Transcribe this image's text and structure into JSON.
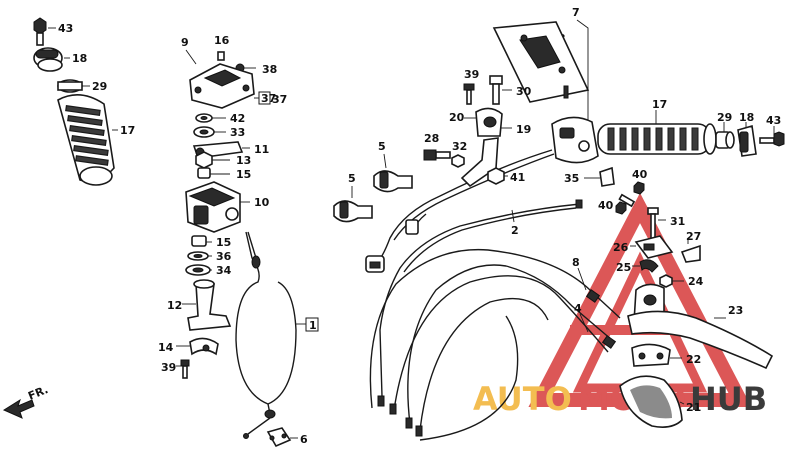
{
  "diagram": {
    "brand_colors": {
      "red": "#d63a3a",
      "yellow": "#f2b233",
      "ink": "#1a1a1a"
    },
    "watermark": {
      "word_a": "AUTO",
      "word_b": "MOTO",
      "word_c": "HUB"
    },
    "direction_arrow": "FR.",
    "labels": {
      "n43a": "43",
      "n18a": "18",
      "n29a": "29",
      "n17a": "17",
      "n9": "9",
      "n16": "16",
      "n38": "38",
      "n37": "37",
      "n42": "42",
      "n33": "33",
      "n11": "11",
      "n13": "13",
      "n15a": "15",
      "n10": "10",
      "n15b": "15",
      "n36": "36",
      "n34": "34",
      "n12": "12",
      "n14": "14",
      "n39a": "39",
      "n1": "1",
      "n6": "6",
      "n7": "7",
      "n3": "3",
      "n39b": "39",
      "n30": "30",
      "n20": "20",
      "n19": "19",
      "n28": "28",
      "n32": "32",
      "n41": "41",
      "n5a": "5",
      "n5b": "5",
      "n2": "2",
      "n17b": "17",
      "n29b": "29",
      "n18b": "18",
      "n43b": "43",
      "n35": "35",
      "n40a": "40",
      "n40b": "40",
      "n31": "31",
      "n26": "26",
      "n27": "27",
      "n25": "25",
      "n24": "24",
      "n8": "8",
      "n4": "4",
      "n23": "23",
      "n22": "22",
      "n21": "21"
    }
  }
}
